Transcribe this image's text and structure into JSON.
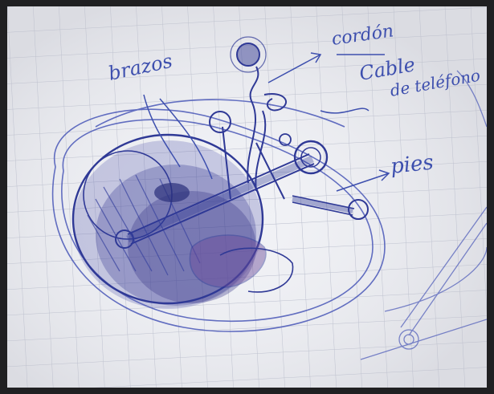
{
  "photo": {
    "kind": "ballpoint pen sketch on grid paper",
    "ink_color": "#3b47a8",
    "paper_color": "#f1f2f6",
    "grid_color": "#9aa0b6",
    "labels": {
      "brazos": "brazos",
      "cordon": "cordón",
      "cable_line1": "Cable",
      "cable_line2": "de teléfono",
      "pies": "pies"
    }
  }
}
